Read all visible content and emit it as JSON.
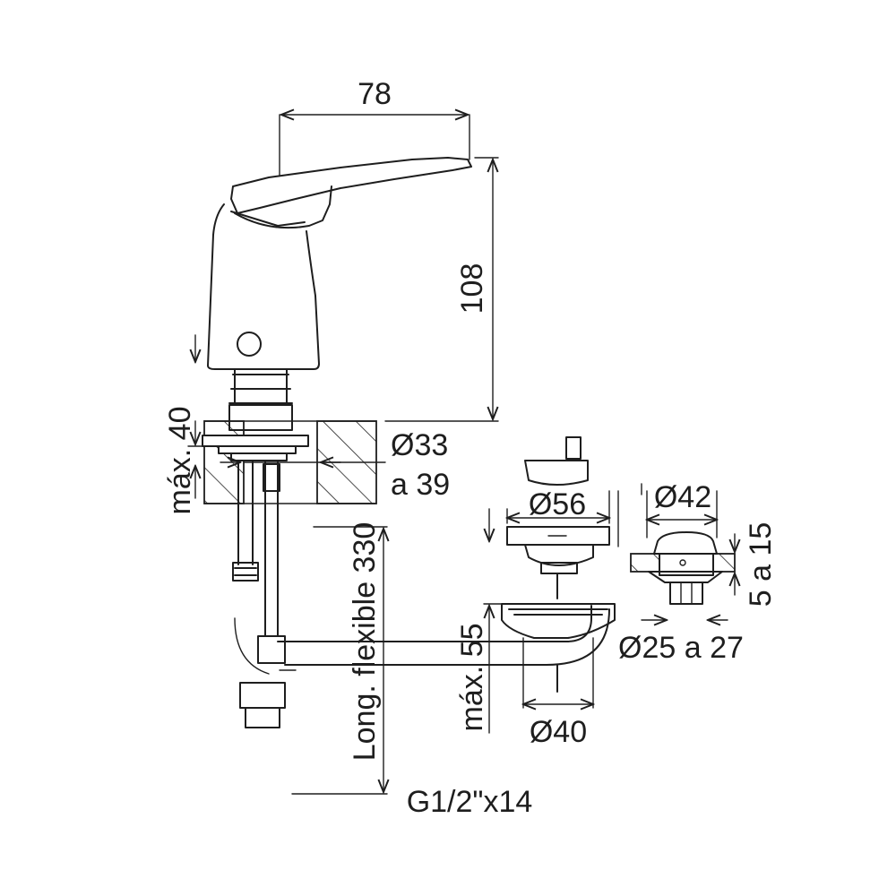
{
  "dimensions": {
    "width": "78",
    "height": "108",
    "max_deck": "máx. 40",
    "hole_dia": "Ø33",
    "hole_dia_range": "a 39",
    "flange_dia": "Ø56",
    "flex_length": "Long. flexible 330",
    "max_55": "máx. 55",
    "waste_dia": "Ø40",
    "cap_dia": "Ø42",
    "thickness_range": "5 a 15",
    "thread_range": "Ø25 a 27",
    "connection": "G1/2\"x14"
  }
}
